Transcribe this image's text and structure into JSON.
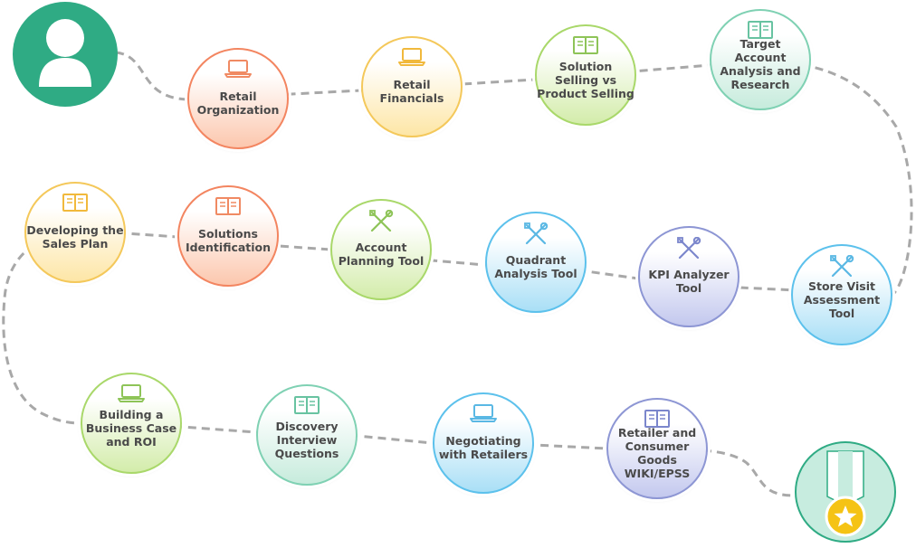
{
  "diagram": {
    "start": {
      "icon": "user-avatar-icon",
      "color": "#2fab84"
    },
    "finish": {
      "icon": "star-medal-icon",
      "color": "#2fab84"
    },
    "path_color": "#a8a8a8",
    "palettes": {
      "orange": {
        "border": "#f38560",
        "fill_top": "#ffffff",
        "fill_bottom": "#fcc7ae",
        "icon": "#f08a63"
      },
      "yellow": {
        "border": "#f4c85a",
        "fill_top": "#ffffff",
        "fill_bottom": "#fde6a6",
        "icon": "#f1b93c"
      },
      "lime": {
        "border": "#a9d86a",
        "fill_top": "#ffffff",
        "fill_bottom": "#d3ecaa",
        "icon": "#8ec458"
      },
      "mint": {
        "border": "#7fd1b3",
        "fill_top": "#ffffff",
        "fill_bottom": "#c6ebdc",
        "icon": "#68c3a1"
      },
      "sky": {
        "border": "#5cc1ec",
        "fill_top": "#ffffff",
        "fill_bottom": "#a9dff6",
        "icon": "#5ab8e4"
      },
      "indigo": {
        "border": "#8d96d4",
        "fill_top": "#ffffff",
        "fill_bottom": "#c3c8ee",
        "icon": "#7b86cc"
      }
    },
    "steps": [
      {
        "id": "retail-organization",
        "label": "Retail\nOrganization",
        "icon": "laptop-icon",
        "palette": "orange"
      },
      {
        "id": "retail-financials",
        "label": "Retail\nFinancials",
        "icon": "laptop-icon",
        "palette": "yellow"
      },
      {
        "id": "solution-selling",
        "label": "Solution\nSelling vs\nProduct Selling",
        "icon": "book-icon",
        "palette": "lime"
      },
      {
        "id": "target-account",
        "label": "Target\nAccount\nAnalysis and\nResearch",
        "icon": "book-icon",
        "palette": "mint"
      },
      {
        "id": "store-visit",
        "label": "Store Visit\nAssessment\nTool",
        "icon": "tools-icon",
        "palette": "sky"
      },
      {
        "id": "kpi-analyzer",
        "label": "KPI Analyzer\nTool",
        "icon": "tools-icon",
        "palette": "indigo"
      },
      {
        "id": "quadrant-analysis",
        "label": "Quadrant\nAnalysis Tool",
        "icon": "tools-icon",
        "palette": "sky"
      },
      {
        "id": "account-planning",
        "label": "Account\nPlanning Tool",
        "icon": "tools-icon",
        "palette": "lime"
      },
      {
        "id": "solutions-identification",
        "label": "Solutions\nIdentification",
        "icon": "book-icon",
        "palette": "orange"
      },
      {
        "id": "developing-sales-plan",
        "label": "Developing the\nSales Plan",
        "icon": "book-icon",
        "palette": "yellow"
      },
      {
        "id": "building-business-case",
        "label": "Building a\nBusiness Case\nand ROI",
        "icon": "laptop-icon",
        "palette": "lime"
      },
      {
        "id": "discovery-questions",
        "label": "Discovery\nInterview\nQuestions",
        "icon": "book-icon",
        "palette": "mint"
      },
      {
        "id": "negotiating",
        "label": "Negotiating\nwith Retailers",
        "icon": "laptop-icon",
        "palette": "sky"
      },
      {
        "id": "retailer-wiki",
        "label": "Retailer and\nConsumer Goods\nWIKI/EPSS",
        "icon": "book-icon",
        "palette": "indigo"
      }
    ]
  }
}
